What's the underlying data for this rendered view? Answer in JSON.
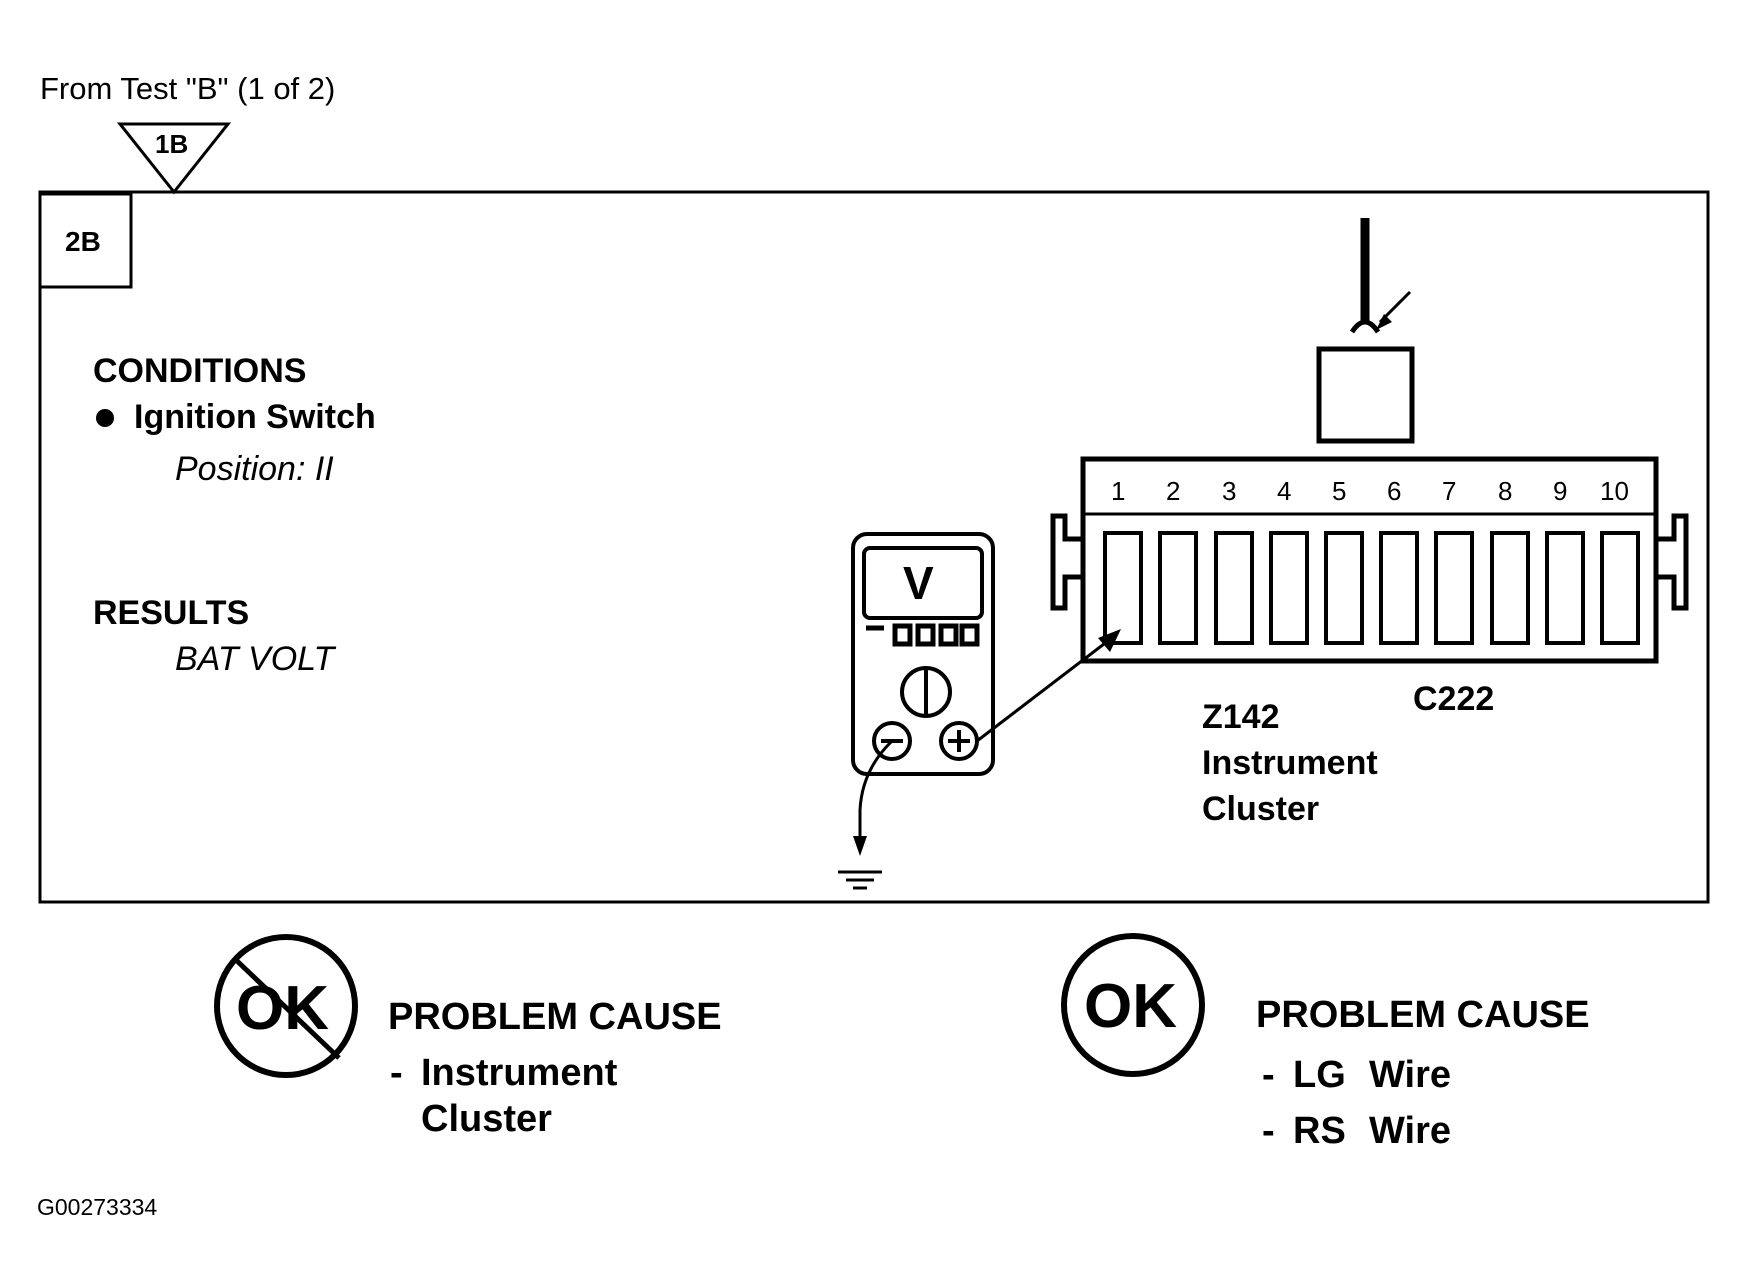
{
  "header": {
    "from_test": "From Test \"B\" (1 of 2)",
    "entry_marker": "1B"
  },
  "step": {
    "label": "2B"
  },
  "conditions": {
    "heading": "CONDITIONS",
    "bullet": "Ignition Switch",
    "detail": "Position: II"
  },
  "results": {
    "heading": "RESULTS",
    "value": "BAT VOLT"
  },
  "meter": {
    "display": "V"
  },
  "connector": {
    "pins": [
      "1",
      "2",
      "3",
      "4",
      "5",
      "6",
      "7",
      "8",
      "9",
      "10"
    ],
    "id": "C222",
    "component_line1": "Z142",
    "component_line2": "Instrument",
    "component_line3": "Cluster"
  },
  "outcome_not_ok": {
    "symbol": "OK",
    "heading": "PROBLEM CAUSE",
    "dash": "-",
    "line1": "Instrument",
    "line2": "Cluster"
  },
  "outcome_ok": {
    "symbol": "OK",
    "heading": "PROBLEM CAUSE",
    "items": [
      {
        "dash": "-",
        "wire": "LG",
        "label": "Wire"
      },
      {
        "dash": "-",
        "wire": "RS",
        "label": "Wire"
      }
    ]
  },
  "figure_id": "G00273334"
}
